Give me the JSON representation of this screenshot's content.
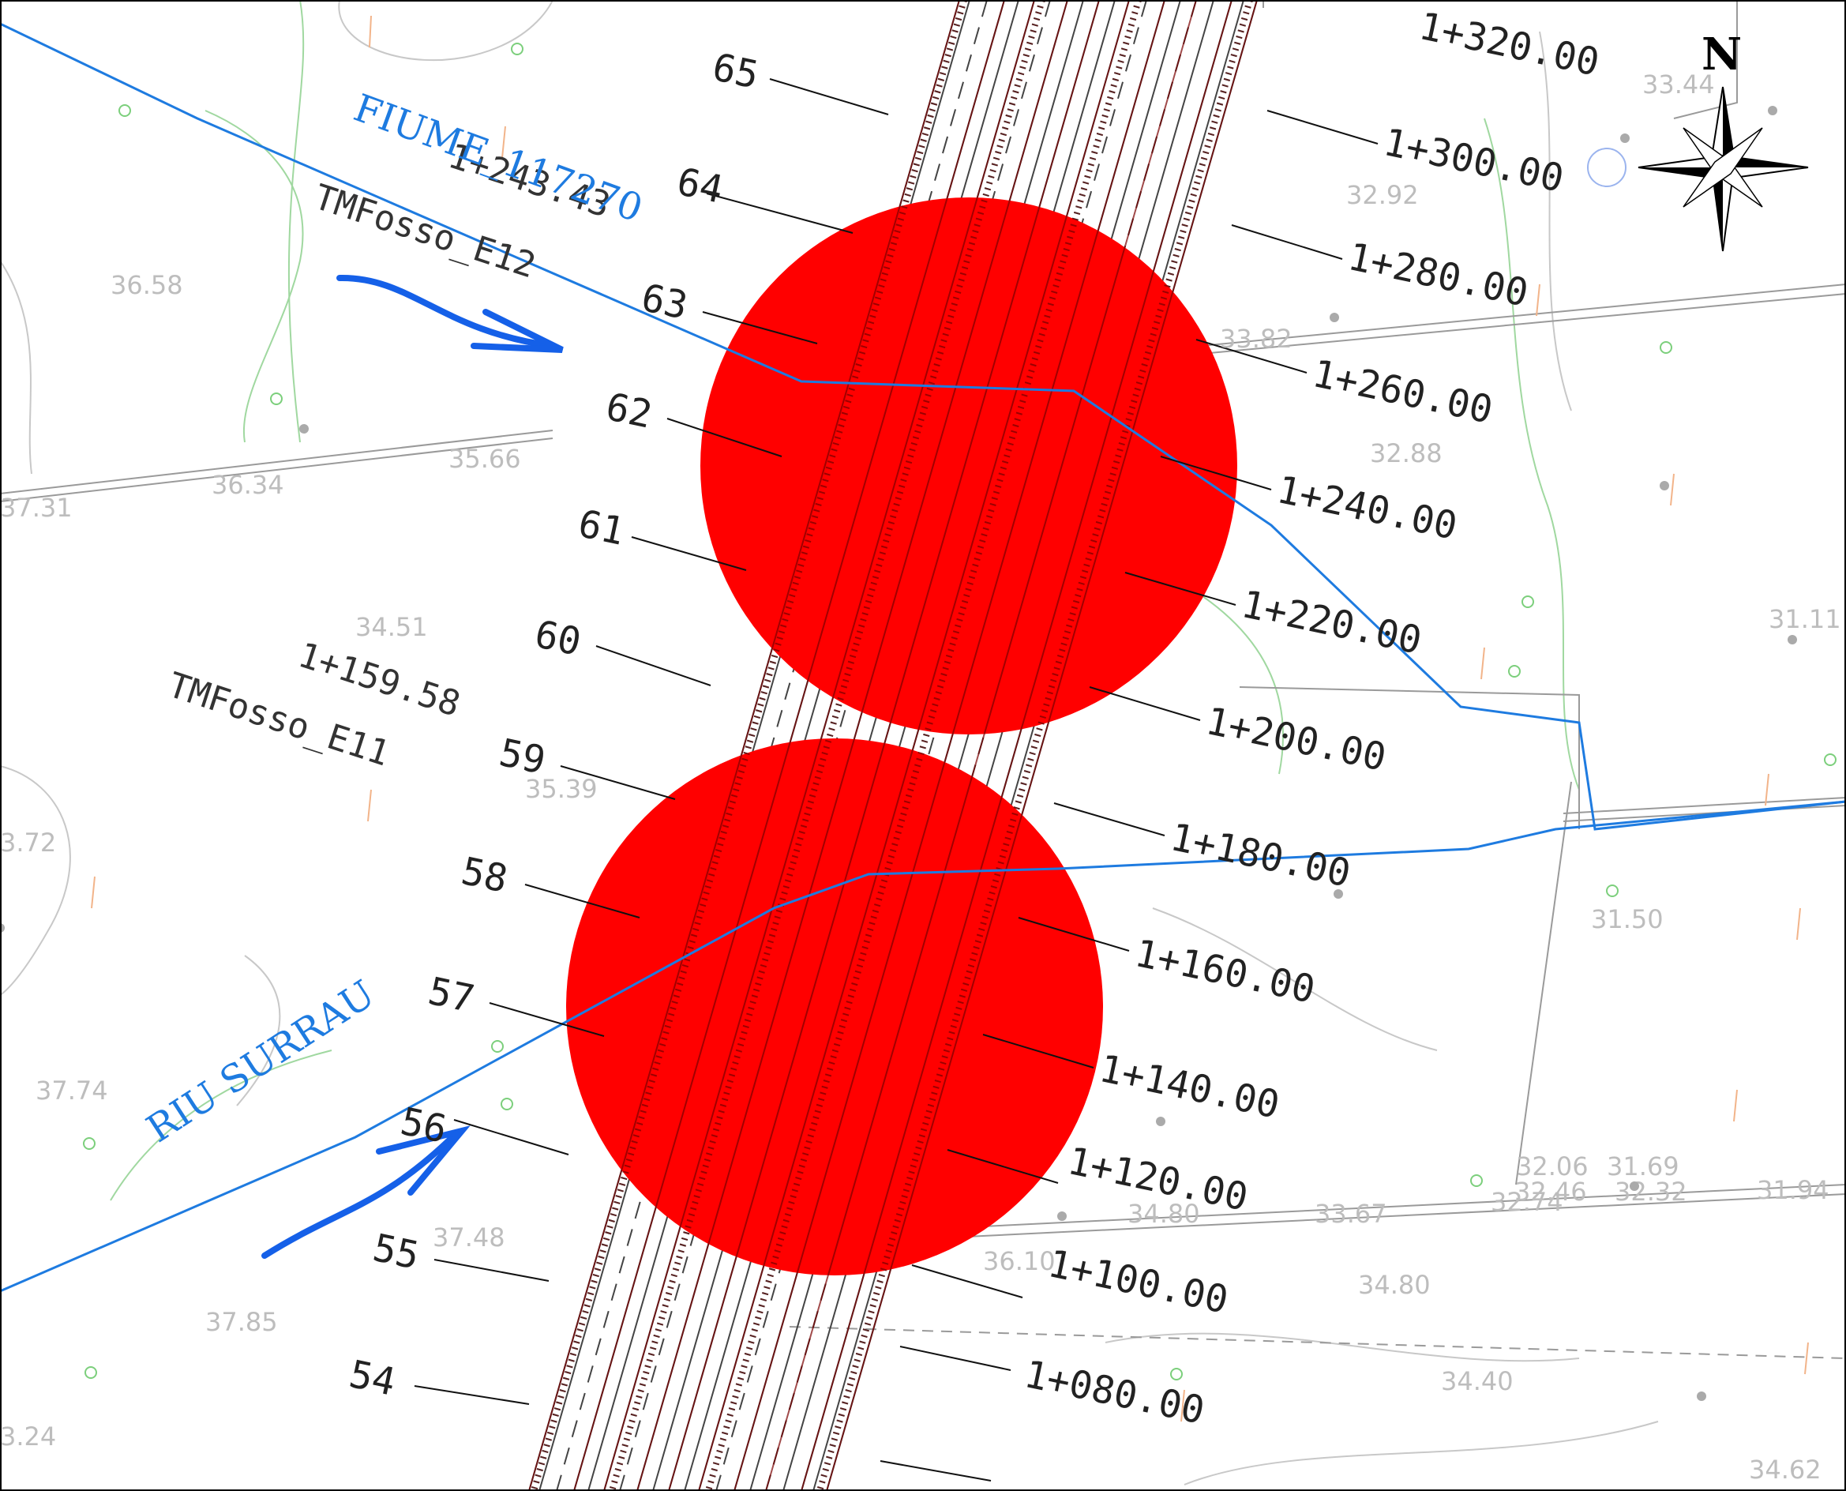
{
  "compass": {
    "label": "N",
    "icon": "north-arrow-compass-rose-icon"
  },
  "rivers": [
    {
      "name": "FIUME_117270"
    },
    {
      "name": "RIU SURRAU"
    }
  ],
  "cad_labels": {
    "e12_station": "1+243.43",
    "e12_name": "TMFosso_E12",
    "e11_station": "1+159.58",
    "e11_name": "TMFosso_E11"
  },
  "sections_left": [
    "65",
    "64",
    "63",
    "62",
    "61",
    "60",
    "59",
    "58",
    "57",
    "56",
    "55",
    "54"
  ],
  "stations_right": [
    "1+320.00",
    "1+300.00",
    "1+280.00",
    "1+260.00",
    "1+240.00",
    "1+220.00",
    "1+200.00",
    "1+180.00",
    "1+160.00",
    "1+140.00",
    "1+120.00",
    "1+100.00",
    "1+080.00"
  ],
  "spot_elevations": [
    "33.44",
    "32.92",
    "33.82",
    "32.88",
    "36.58",
    "35.66",
    "36.34",
    "37.31",
    "34.51",
    "35.39",
    "31.11",
    "3.72",
    "31.50",
    "37.74",
    "32.06",
    "31.69",
    "32.46",
    "32.32",
    "31.94",
    "32.74",
    "34.80",
    "33.67",
    "36.10",
    "34.80",
    "37.48",
    "37.85",
    "34.40",
    "3.24",
    "34.62"
  ],
  "highlights": [
    {
      "name": "upper-crossing",
      "color": "#ff0000"
    },
    {
      "name": "lower-crossing",
      "color": "#ff0000"
    }
  ],
  "colors": {
    "river": "#1e7be0",
    "flow_arrow": "#1560e8",
    "highlight": "#ff0000",
    "road_lines": "#333333",
    "contour": "#a0d8a0"
  }
}
